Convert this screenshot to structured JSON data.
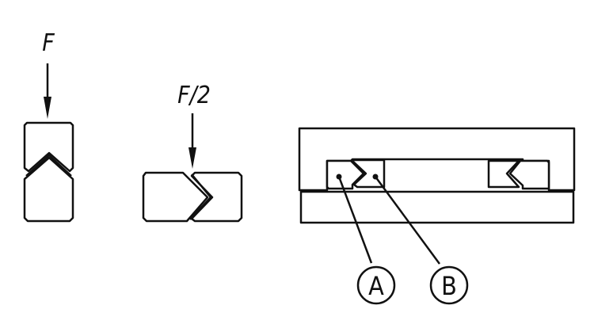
{
  "labels": {
    "force_full": "F",
    "force_half": "F/2",
    "callout_a": "A",
    "callout_b": "B"
  },
  "icons": [
    "down-arrow-icon",
    "down-arrow-icon"
  ],
  "colors": {
    "line": "#111111",
    "background": "#ffffff"
  }
}
